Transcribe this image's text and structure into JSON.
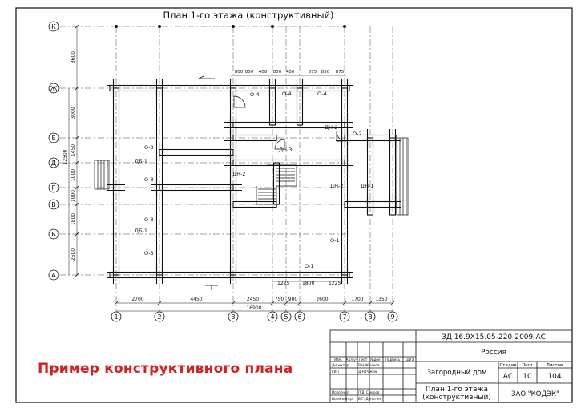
{
  "drawing": {
    "title": "План 1-го этажа (конструктивный)",
    "row_axes": [
      "К",
      "Ж",
      "Е",
      "Д",
      "Г",
      "В",
      "Б",
      "А"
    ],
    "col_axes": [
      "1",
      "2",
      "3",
      "4",
      "5",
      "6",
      "7",
      "8",
      "9"
    ],
    "dims_bottom": [
      "2700",
      "4450",
      "2450",
      "750",
      "900",
      "2600",
      "1700",
      "1350"
    ],
    "dim_total_bottom": "16900",
    "dims_left": [
      "3600",
      "3000",
      "1450",
      "1000",
      "1000",
      "1800",
      "2500"
    ],
    "dim_total_left": "12500",
    "dims_top": [
      "800",
      "850",
      "400",
      "850",
      "400",
      "875",
      "850",
      "875"
    ],
    "dims_interior_b": [
      "1225",
      "1800",
      "1225"
    ],
    "labels": {
      "o1": "О-1",
      "o2": "О-2",
      "o3": "О-3",
      "o4": "О-4",
      "dn1": "ДН-1",
      "dn2": "ДН-2",
      "dn3": "ДН-3",
      "db1": "ДБ-1"
    }
  },
  "stamp": {
    "code": "ЗД 16.9Х15.05-220-2009-АС",
    "country": "Россия",
    "object": "Загородный дом",
    "sheet_title_1": "План 1-го этажа",
    "sheet_title_2": "(конструктивный)",
    "org": "ЗАО \"КОДЭК\"",
    "hdr_stage": "Стадия",
    "hdr_sheet": "Лист",
    "hdr_sheets": "Листов",
    "stage": "АС",
    "sheet": "10",
    "sheets": "104",
    "cols": [
      "Изм.",
      "Кол.уч",
      "Лист",
      "№док.",
      "Подпись",
      "Дата"
    ],
    "roles": [
      {
        "role": "Директор",
        "name": "В.Н.Жданов"
      },
      {
        "role": "ГИП",
        "name": "Д.Н.Рожин"
      },
      {
        "role": "Исполнил",
        "name": "П.В. Смиров"
      },
      {
        "role": "Норм.контр.",
        "name": "В.Г. Деньгин"
      }
    ]
  },
  "caption": "Пример конструктивного плана"
}
